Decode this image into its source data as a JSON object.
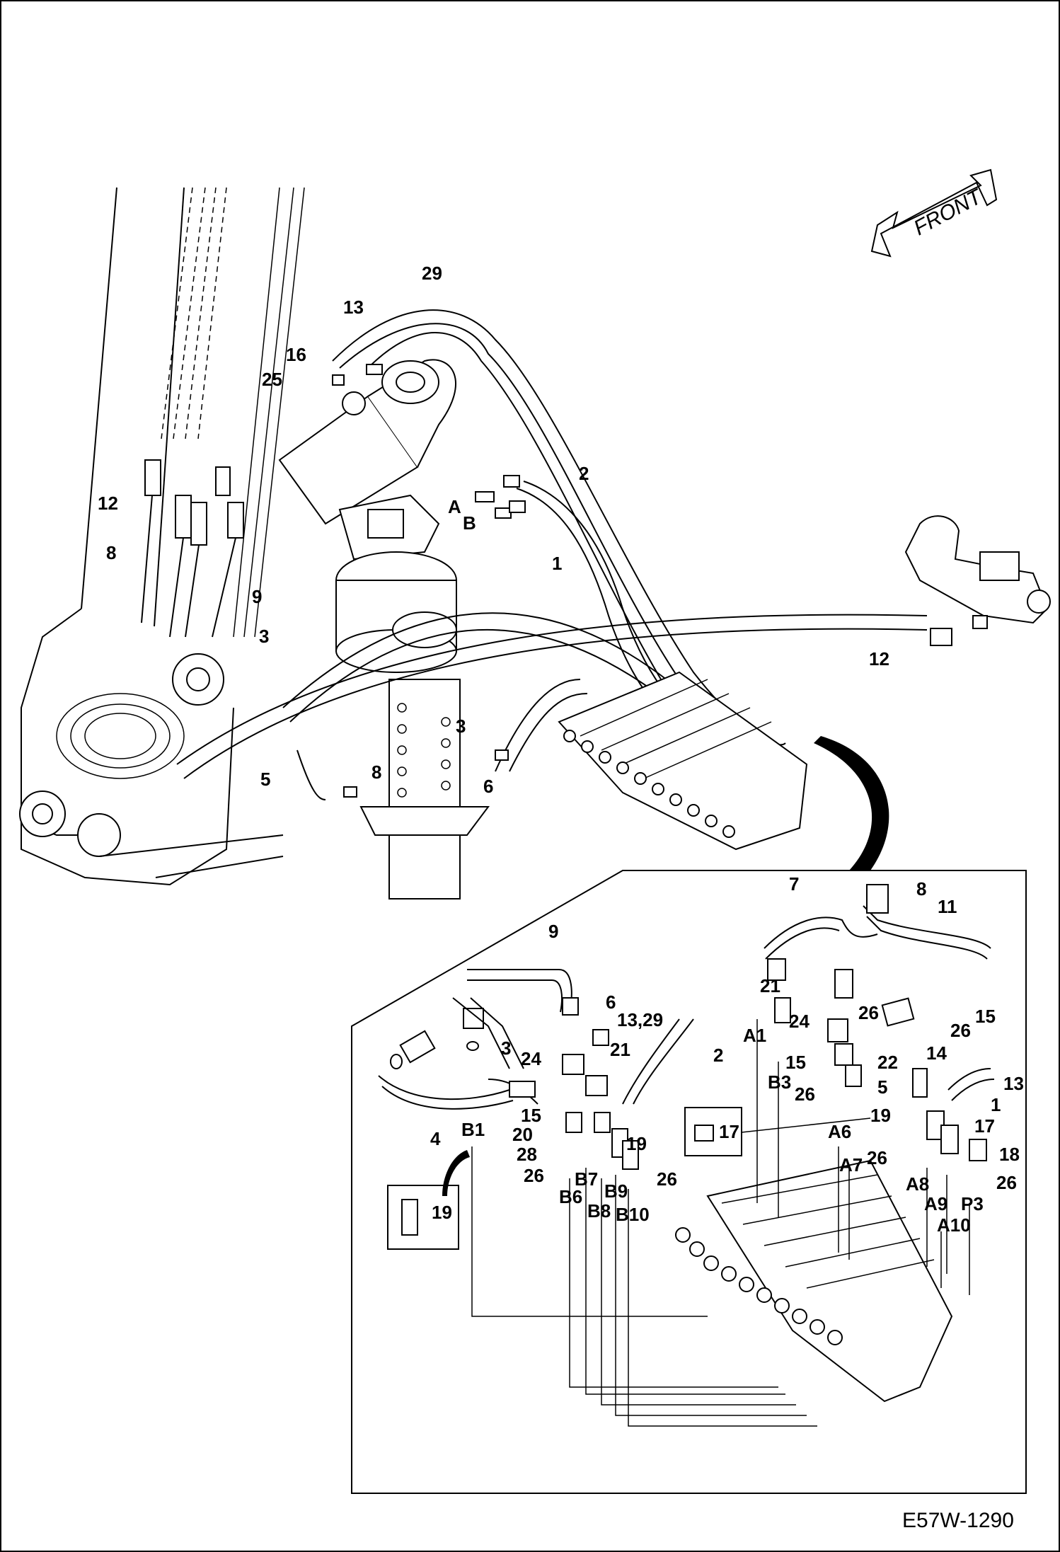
{
  "drawing_code": "E57W-1290",
  "front_label": "FRONT",
  "labels_main": {
    "l29": "29",
    "l13": "13",
    "l16": "16",
    "l25": "25",
    "l2": "2",
    "lA": "A",
    "lB": "B",
    "l1": "1",
    "l12a": "12",
    "l8a": "8",
    "l9": "9",
    "l3a": "3",
    "l12b": "12",
    "l5": "5",
    "l8b": "8",
    "l3b": "3",
    "l6": "6"
  },
  "labels_detail": {
    "d9": "9",
    "d6": "6",
    "d1329": "13,29",
    "d2": "2",
    "d3": "3",
    "d24a": "24",
    "d21a": "21",
    "d15a": "15",
    "d20": "20",
    "d28": "28",
    "d26a": "26",
    "d4": "4",
    "dB1": "B1",
    "dB7": "B7",
    "dB9": "B9",
    "d26b": "26",
    "dB6": "B6",
    "dB8": "B8",
    "dB10": "B10",
    "d19a": "19",
    "d19box": "19",
    "d17box": "17",
    "d7": "7",
    "d8": "8",
    "d11": "11",
    "d21b": "21",
    "d24b": "24",
    "dA1": "A1",
    "dB3": "B3",
    "d26c": "26",
    "d15b": "15",
    "d26d": "26",
    "d14": "14",
    "d15c": "15",
    "d22": "22",
    "d26e": "26",
    "d5": "5",
    "d13": "13",
    "d1": "1",
    "d19b": "19",
    "d17": "17",
    "dA6": "A6",
    "dA7": "A7",
    "d26f": "26",
    "d18": "18",
    "dA8": "A8",
    "d26g": "26",
    "dA9": "A9",
    "dP3": "P3",
    "dA10": "A10"
  }
}
